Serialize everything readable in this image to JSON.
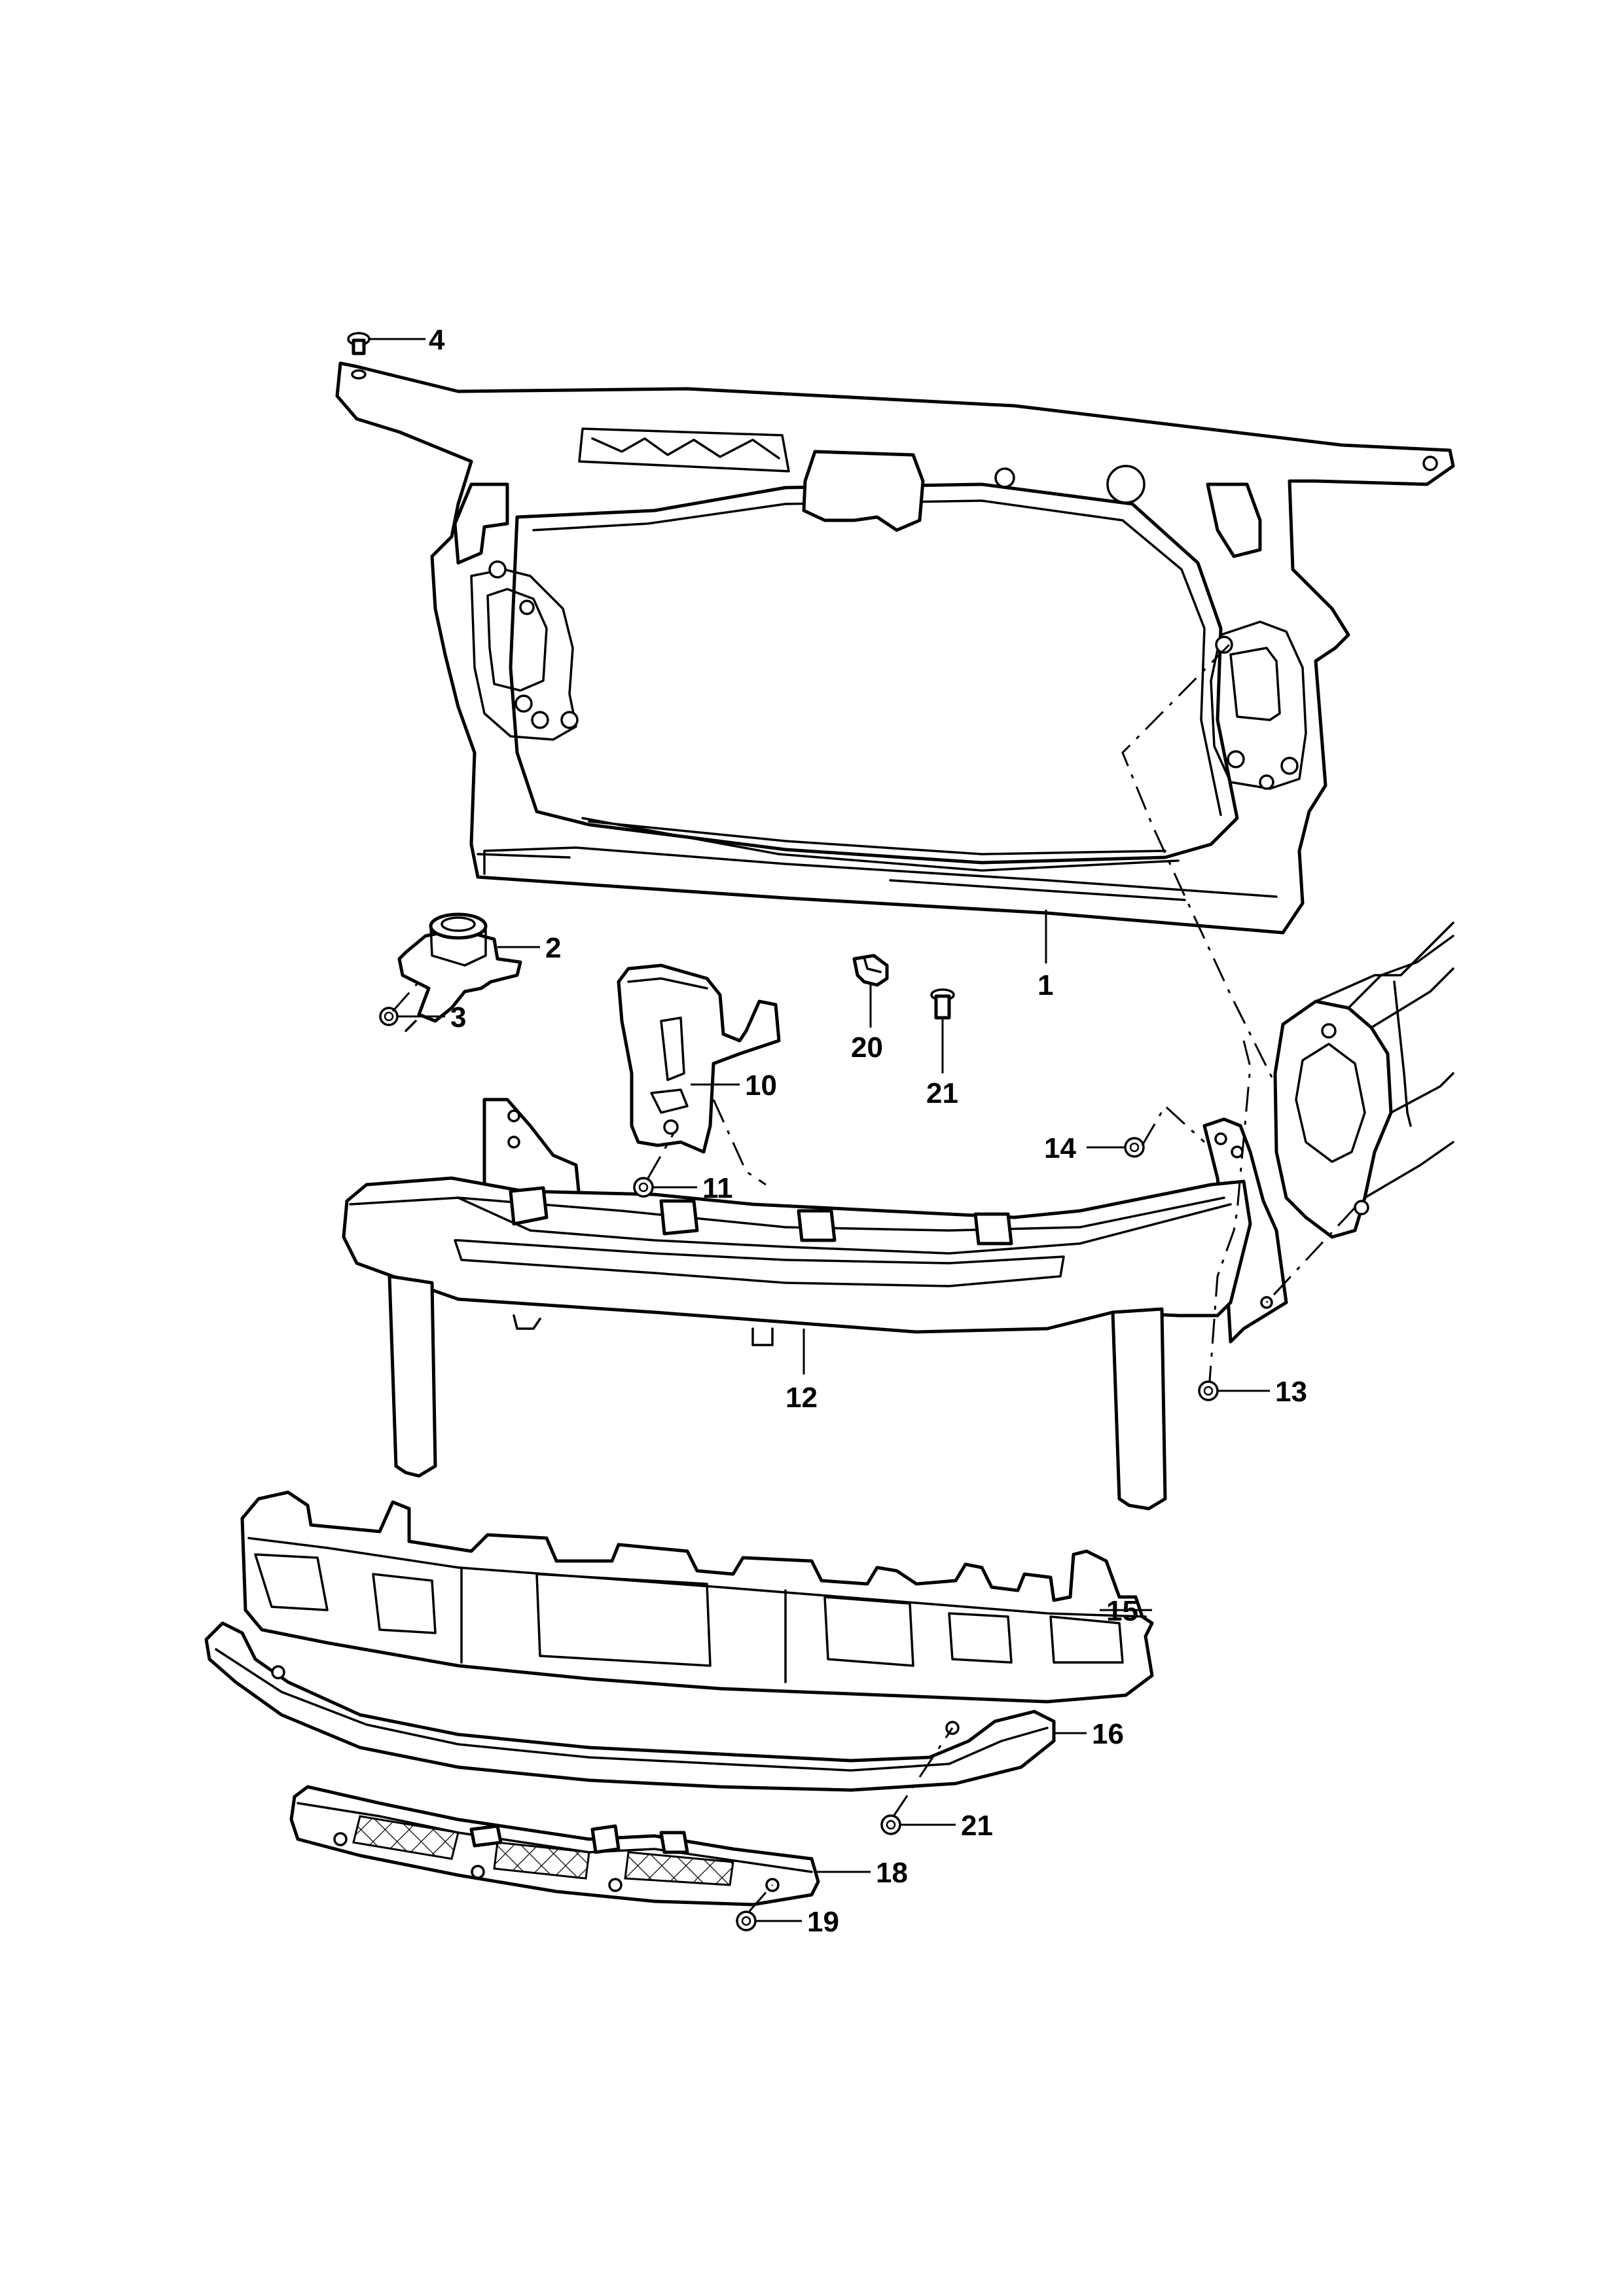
{
  "callouts": {
    "c1": "1",
    "c2": "2",
    "c3": "3",
    "c4": "4",
    "c10": "10",
    "c11": "11",
    "c12": "12",
    "c13": "13",
    "c14": "14",
    "c15": "15",
    "c16": "16",
    "c18": "18",
    "c19": "19",
    "c20": "20",
    "c21a": "21",
    "c21b": "21"
  }
}
